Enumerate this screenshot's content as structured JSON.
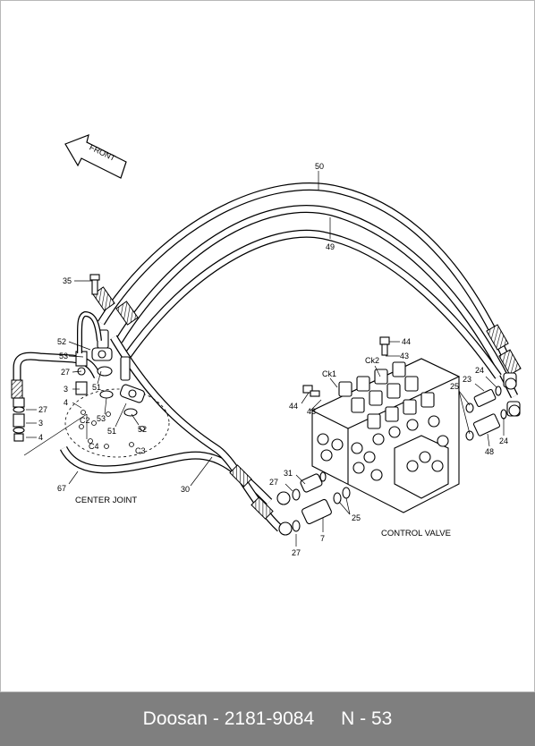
{
  "diagram": {
    "front_label": "FRONT",
    "group_labels": {
      "center_joint": "CENTER JOINT",
      "control_valve": "CONTROL VALVE"
    },
    "part_numbers": {
      "p50": "50",
      "p49": "49",
      "p35": "35",
      "p52a": "52",
      "p53a": "53",
      "p27a": "27",
      "p3a": "3",
      "p4a": "4",
      "p51a": "51",
      "p53b": "53",
      "p51b": "51",
      "p52b": "52",
      "p27b": "27",
      "p3b": "3",
      "p4b": "4",
      "p67": "67",
      "p30": "30",
      "p44a": "44",
      "p43a": "43",
      "ck2": "Ck2",
      "ck1": "Ck1",
      "p44b": "44",
      "p43b": "43",
      "p25a": "25",
      "p23": "23",
      "p24a": "24",
      "p24b": "24",
      "p48": "48",
      "p27c": "27",
      "p31": "31",
      "p25b": "25",
      "p7": "7",
      "p27d": "27"
    },
    "small_marks": {
      "c2": "C2",
      "c4": "C4",
      "c3": "C3"
    }
  },
  "footer": {
    "brand": "Doosan",
    "separator": " - ",
    "part_number": "2181-9084",
    "page_ref": "N - 53"
  }
}
